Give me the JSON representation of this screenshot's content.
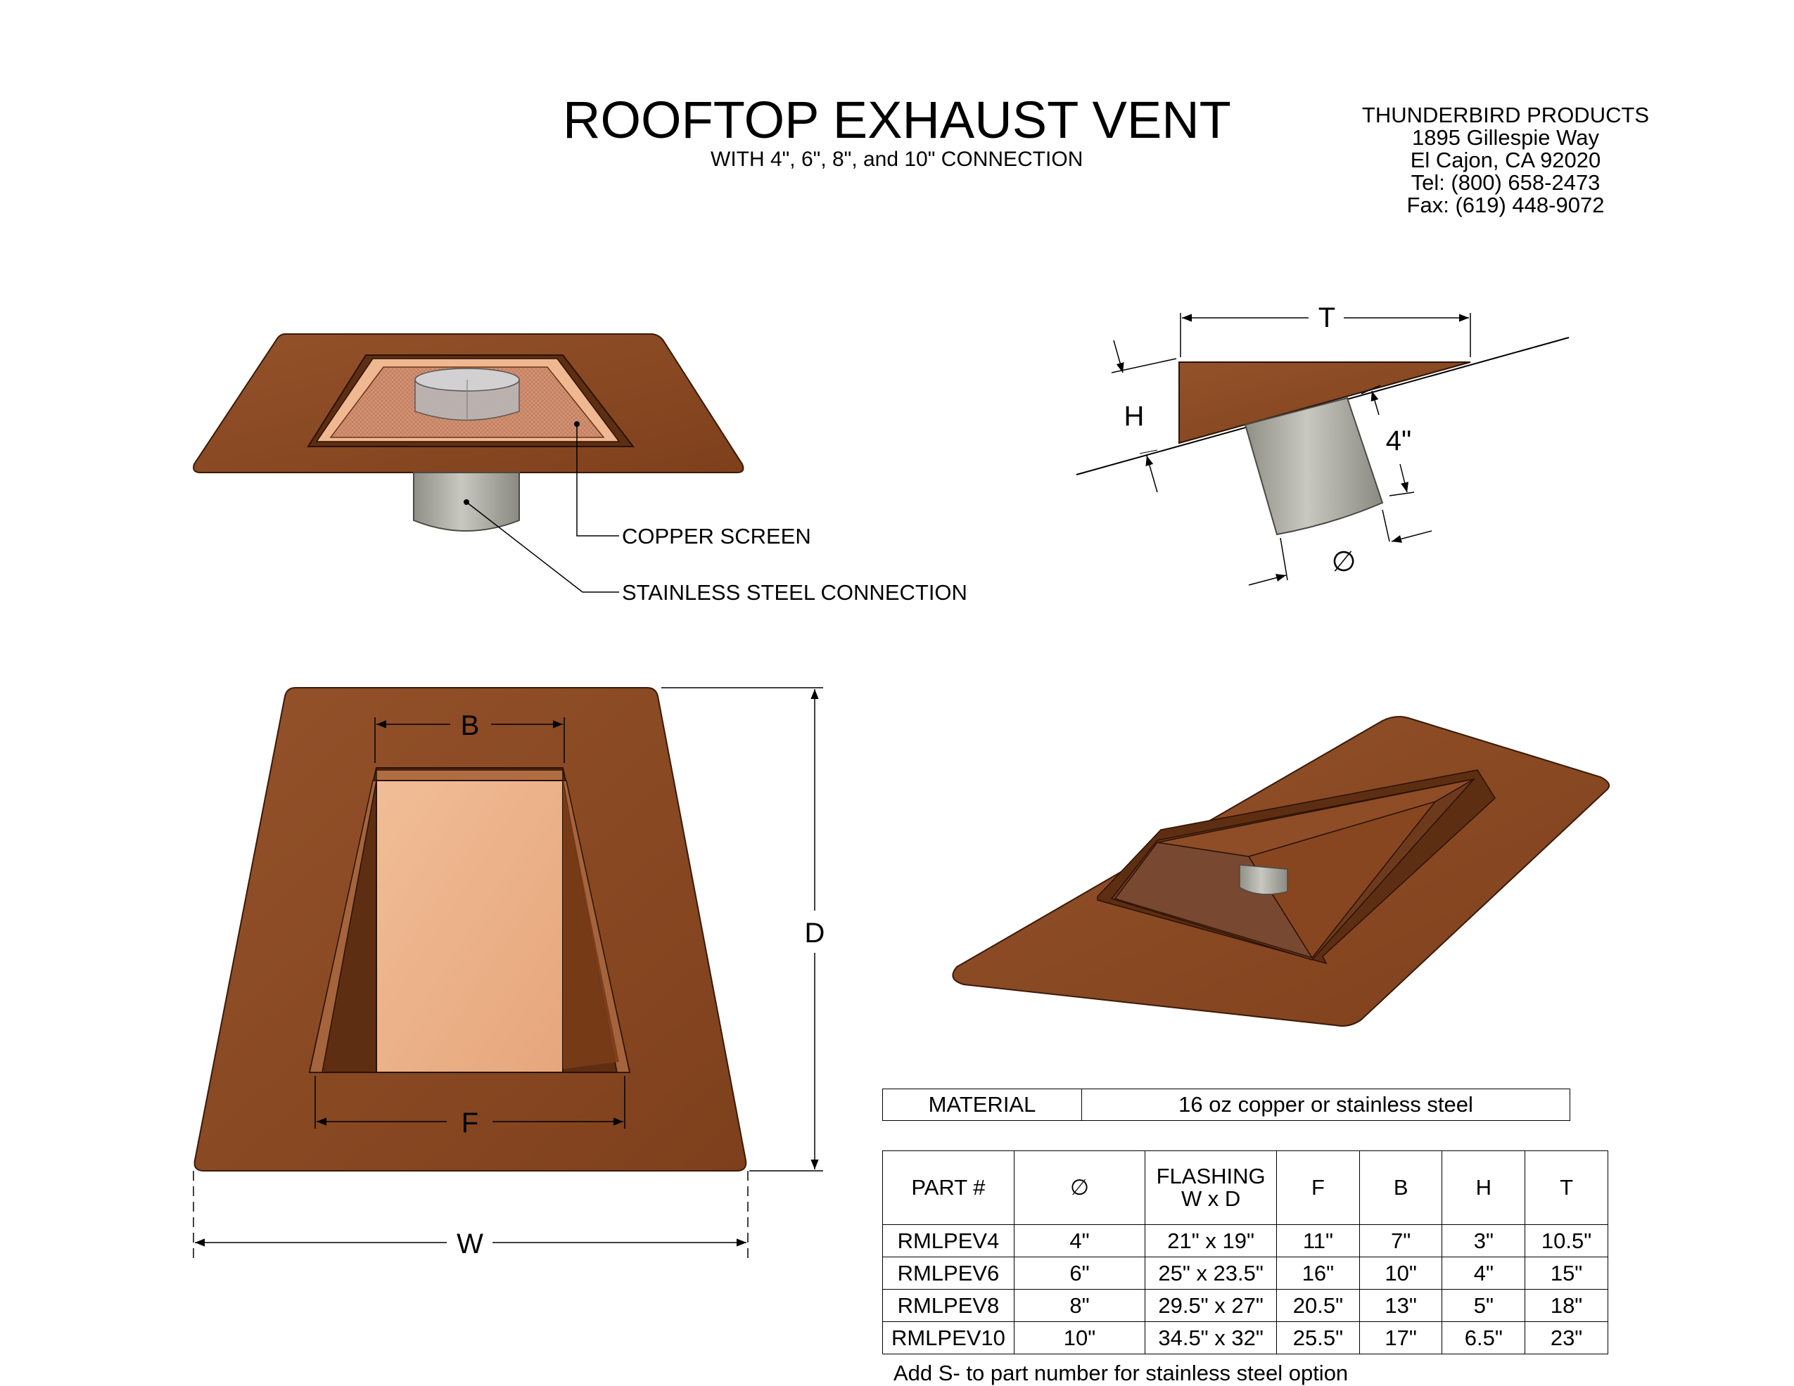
{
  "header": {
    "title": "ROOFTOP EXHAUST VENT",
    "subtitle": "WITH 4\", 6\", 8\", and 10\"  CONNECTION"
  },
  "company": {
    "name": "THUNDERBIRD PRODUCTS",
    "address1": "1895 Gillespie Way",
    "address2": "El Cajon, CA 92020",
    "tel": "Tel: (800) 658-2473",
    "fax": "Fax: (619) 448-9072"
  },
  "callouts": {
    "copper_screen": "COPPER SCREEN",
    "stainless_connection": "STAINLESS STEEL CONNECTION"
  },
  "dimensions": {
    "t": "T",
    "h": "H",
    "four_inch": "4\"",
    "diameter": "∅",
    "b": "B",
    "f": "F",
    "d": "D",
    "w": "W"
  },
  "material": {
    "label": "MATERIAL",
    "value": "16 oz copper or stainless steel"
  },
  "parts": {
    "headers": {
      "part": "PART #",
      "diameter": "∅",
      "flashing_line1": "FLASHING",
      "flashing_line2": "W x D",
      "f": "F",
      "b": "B",
      "h": "H",
      "t": "T"
    },
    "rows": [
      {
        "part": "RMLPEV4",
        "dia": "4\"",
        "flashing": "21\" x 19\"",
        "f": "11\"",
        "b": "7\"",
        "h": "3\"",
        "t": "10.5\""
      },
      {
        "part": "RMLPEV6",
        "dia": "6\"",
        "flashing": "25\" x 23.5\"",
        "f": "16\"",
        "b": "10\"",
        "h": "4\"",
        "t": "15\""
      },
      {
        "part": "RMLPEV8",
        "dia": "8\"",
        "flashing": "29.5\" x 27\"",
        "f": "20.5\"",
        "b": "13\"",
        "h": "5\"",
        "t": "18\""
      },
      {
        "part": "RMLPEV10",
        "dia": "10\"",
        "flashing": "34.5\" x 32\"",
        "f": "25.5\"",
        "b": "17\"",
        "h": "6.5\"",
        "t": "23\""
      }
    ]
  },
  "note": "Add S- to part number for stainless steel option",
  "colors": {
    "copper": "#8b4a23",
    "copper_light": "#eeb58c",
    "screen": "#c07a55",
    "steel": "#a3a39a"
  }
}
